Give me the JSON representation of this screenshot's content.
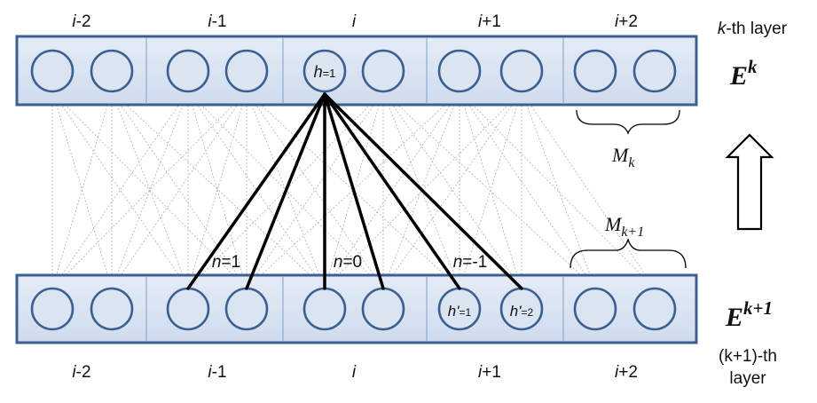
{
  "top_layer": {
    "columns": [
      {
        "pre": "i",
        "post": "-2"
      },
      {
        "pre": "i",
        "post": "-1"
      },
      {
        "pre": "i",
        "post": ""
      },
      {
        "pre": "i",
        "post": "+1"
      },
      {
        "pre": "i",
        "post": "+2"
      }
    ],
    "layer_label_k": "k",
    "layer_label_rest": "-th layer",
    "matrix_label": "E",
    "matrix_sup": "k",
    "node_h_pre": "h",
    "node_h_post": "=1"
  },
  "bottom_layer": {
    "columns": [
      {
        "pre": "i",
        "post": "-2"
      },
      {
        "pre": "i",
        "post": "-1"
      },
      {
        "pre": "i",
        "post": ""
      },
      {
        "pre": "i",
        "post": "+1"
      },
      {
        "pre": "i",
        "post": "+2"
      }
    ],
    "layer_label_line1": "(k+1)-th",
    "layer_label_line2": "layer",
    "matrix_label": "E",
    "matrix_sup": "k+1",
    "node_h1_pre": "h'",
    "node_h1_post": "=1",
    "node_h2_pre": "h'",
    "node_h2_post": "=2"
  },
  "edge_labels": [
    {
      "pre": "n",
      "post": "=1"
    },
    {
      "pre": "n",
      "post": "=0"
    },
    {
      "pre": "n",
      "post": "=-1"
    }
  ],
  "brace_labels": {
    "top": {
      "main": "M",
      "sub": "k"
    },
    "bottom": {
      "main": "M",
      "sub": "k+1"
    }
  },
  "colors": {
    "band_fill": "#dbe5f1",
    "band_stroke": "#3b5f91",
    "node_stroke": "#3b5f91",
    "divider": "#7f9fc8",
    "bold_edge": "#000000",
    "faint_edge": "#b0b0b0"
  }
}
